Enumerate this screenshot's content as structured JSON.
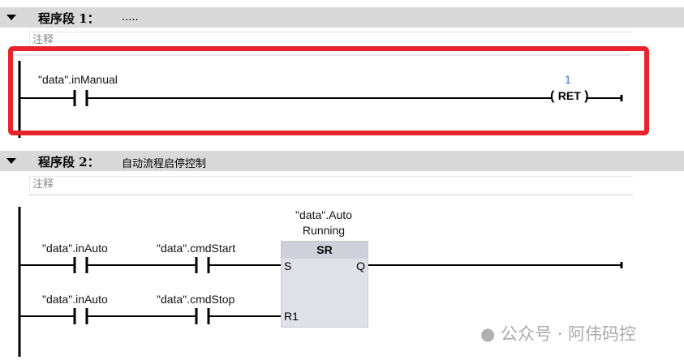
{
  "networks": [
    {
      "title": "程序段 1：",
      "subtitle": ".....",
      "comment": "注释",
      "contact": "\"data\".inManual",
      "coil_label": "RET",
      "coil_value": "1"
    },
    {
      "title": "程序段 2：",
      "subtitle": "自动流程启停控制",
      "comment": "注释",
      "row1": [
        "\"data\".inAuto",
        "\"data\".cmdStart"
      ],
      "row2": [
        "\"data\".inAuto",
        "\"data\".cmdStop"
      ],
      "block": {
        "operand_line1": "\"data\".Auto",
        "operand_line2": "Running",
        "type": "SR",
        "pin_s": "S",
        "pin_r": "R1",
        "pin_q": "Q"
      }
    }
  ],
  "watermark": "公众号 · 阿伟码控",
  "colors": {
    "highlight": "#e8232b",
    "value": "#3b6fd6"
  }
}
